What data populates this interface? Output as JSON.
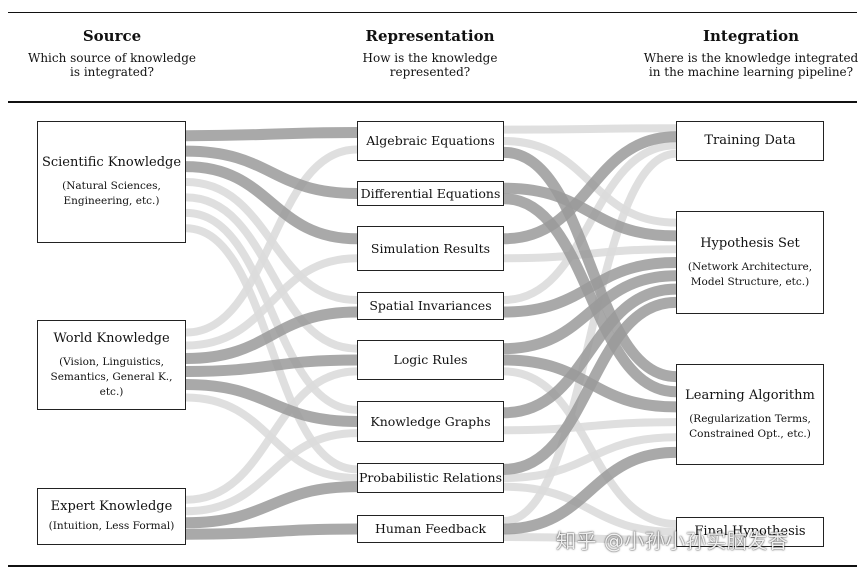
{
  "headers": {
    "source": {
      "title": "Source",
      "subtitle_1": "Which source of knowledge",
      "subtitle_2": "is integrated?"
    },
    "representation": {
      "title": "Representation",
      "subtitle_1": "How is the knowledge",
      "subtitle_2": "represented?"
    },
    "integration": {
      "title": "Integration",
      "subtitle_1": "Where is the knowledge integrated",
      "subtitle_2": "in the machine learning pipeline?"
    }
  },
  "sources": [
    {
      "id": "scientific",
      "title": "Scientific Knowledge",
      "sub_1": "(Natural Sciences,",
      "sub_2": "Engineering, etc.)"
    },
    {
      "id": "world",
      "title": "World Knowledge",
      "sub_1": "(Vision, Linguistics,",
      "sub_2": "Semantics, General K., etc.)"
    },
    {
      "id": "expert",
      "title": "Expert Knowledge",
      "sub_1": "(Intuition, Less Formal)"
    }
  ],
  "representations": [
    {
      "id": "algebraic",
      "label": "Algebraic Equations"
    },
    {
      "id": "differential",
      "label": "Differential Equations"
    },
    {
      "id": "simulation",
      "label": "Simulation Results"
    },
    {
      "id": "spatial",
      "label": "Spatial Invariances"
    },
    {
      "id": "logic",
      "label": "Logic Rules"
    },
    {
      "id": "graphs",
      "label": "Knowledge Graphs"
    },
    {
      "id": "probabilistic",
      "label": "Probabilistic Relations"
    },
    {
      "id": "human",
      "label": "Human Feedback"
    }
  ],
  "integrations": [
    {
      "id": "training",
      "title": "Training Data"
    },
    {
      "id": "hypothesis",
      "title": "Hypothesis Set",
      "sub_1": "(Network Architecture,",
      "sub_2": "Model Structure, etc.)"
    },
    {
      "id": "learning",
      "title": "Learning Algorithm",
      "sub_1": "(Regularization Terms,",
      "sub_2": "Constrained Opt., etc.)"
    },
    {
      "id": "final",
      "title": "Final Hypothesis"
    }
  ],
  "flows": {
    "source_to_representation": [
      {
        "from": "scientific",
        "to": "algebraic",
        "strength": "strong"
      },
      {
        "from": "scientific",
        "to": "differential",
        "strength": "strong"
      },
      {
        "from": "scientific",
        "to": "simulation",
        "strength": "strong"
      },
      {
        "from": "scientific",
        "to": "spatial",
        "strength": "weak"
      },
      {
        "from": "scientific",
        "to": "logic",
        "strength": "weak"
      },
      {
        "from": "scientific",
        "to": "graphs",
        "strength": "weak"
      },
      {
        "from": "scientific",
        "to": "probabilistic",
        "strength": "weak"
      },
      {
        "from": "world",
        "to": "algebraic",
        "strength": "weak"
      },
      {
        "from": "world",
        "to": "simulation",
        "strength": "weak"
      },
      {
        "from": "world",
        "to": "spatial",
        "strength": "strong"
      },
      {
        "from": "world",
        "to": "logic",
        "strength": "strong"
      },
      {
        "from": "world",
        "to": "graphs",
        "strength": "strong"
      },
      {
        "from": "world",
        "to": "probabilistic",
        "strength": "weak"
      },
      {
        "from": "expert",
        "to": "logic",
        "strength": "weak"
      },
      {
        "from": "expert",
        "to": "graphs",
        "strength": "weak"
      },
      {
        "from": "expert",
        "to": "probabilistic",
        "strength": "strong"
      },
      {
        "from": "expert",
        "to": "human",
        "strength": "strong"
      }
    ],
    "representation_to_integration": [
      {
        "from": "algebraic",
        "to": "training",
        "strength": "weak"
      },
      {
        "from": "algebraic",
        "to": "hypothesis",
        "strength": "weak"
      },
      {
        "from": "algebraic",
        "to": "learning",
        "strength": "strong"
      },
      {
        "from": "differential",
        "to": "hypothesis",
        "strength": "strong"
      },
      {
        "from": "differential",
        "to": "learning",
        "strength": "strong"
      },
      {
        "from": "simulation",
        "to": "training",
        "strength": "strong"
      },
      {
        "from": "simulation",
        "to": "hypothesis",
        "strength": "weak"
      },
      {
        "from": "spatial",
        "to": "training",
        "strength": "weak"
      },
      {
        "from": "spatial",
        "to": "hypothesis",
        "strength": "strong"
      },
      {
        "from": "logic",
        "to": "hypothesis",
        "strength": "strong"
      },
      {
        "from": "logic",
        "to": "learning",
        "strength": "strong"
      },
      {
        "from": "logic",
        "to": "final",
        "strength": "weak"
      },
      {
        "from": "graphs",
        "to": "hypothesis",
        "strength": "strong"
      },
      {
        "from": "graphs",
        "to": "learning",
        "strength": "weak"
      },
      {
        "from": "probabilistic",
        "to": "hypothesis",
        "strength": "strong"
      },
      {
        "from": "probabilistic",
        "to": "learning",
        "strength": "weak"
      },
      {
        "from": "probabilistic",
        "to": "final",
        "strength": "weak"
      },
      {
        "from": "human",
        "to": "training",
        "strength": "weak"
      },
      {
        "from": "human",
        "to": "learning",
        "strength": "strong"
      },
      {
        "from": "human",
        "to": "final",
        "strength": "weak"
      }
    ]
  },
  "colors": {
    "flow_strong": "#9a9a9a",
    "flow_weak": "#dcdcdc",
    "border": "#222222",
    "rule": "#111111"
  },
  "watermark": "知乎 @小孙小孙实脑发香"
}
